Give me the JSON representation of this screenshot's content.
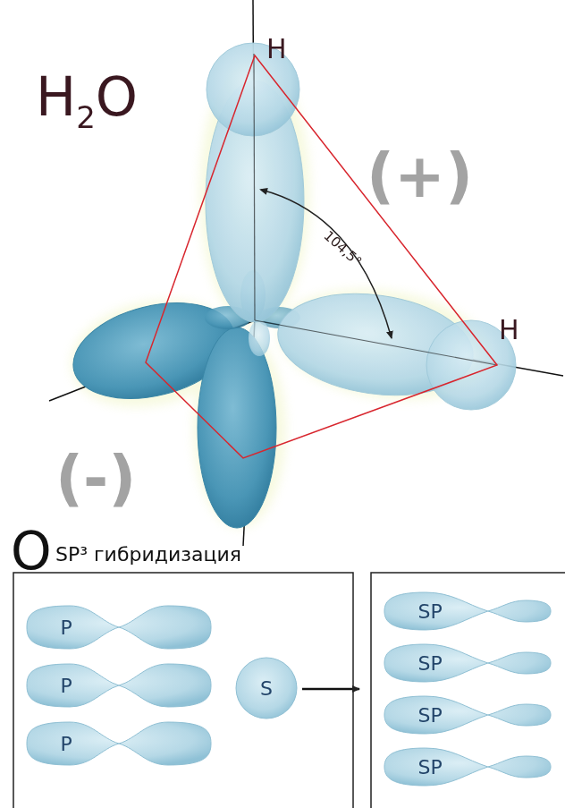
{
  "diagram": {
    "title": "H2O",
    "nodes": [
      {
        "text": [
          "P"
        ]
      },
      {
        "text": [
          "P"
        ]
      },
      {
        "text": [
          "P"
        ]
      },
      {
        "text": [
          "S"
        ]
      },
      {
        "text": [
          "SP"
        ]
      },
      {
        "text": [
          "SP"
        ]
      },
      {
        "text": [
          "SP"
        ]
      },
      {
        "text": [
          "SP"
        ]
      }
    ],
    "labels": [
      "H",
      "(+)",
      "104,5°",
      "H",
      "(-)",
      "O",
      "SP³ гибридизация"
    ]
  }
}
